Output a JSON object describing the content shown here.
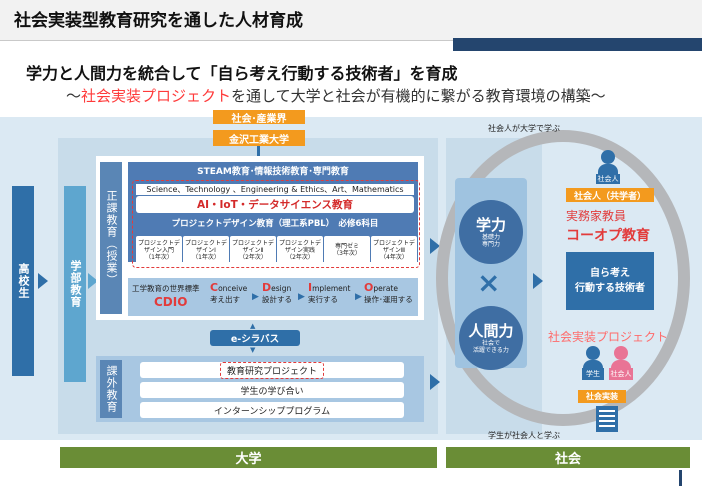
{
  "header": {
    "title": "社会実装型教育研究を通した人材育成",
    "headline": "学力と人間力を統合して「自ら考え行動する技術者」を育成",
    "subline_prefix": "～",
    "subline_highlight": "社会実装プロジェクト",
    "subline_suffix": "を通して大学と社会が有機的に繋がる教育環境の構築～"
  },
  "top_labels": {
    "industry": "社会･産業界",
    "university": "金沢工業大学"
  },
  "left_bars": {
    "high_school": "高校生",
    "undergrad": "学部教育"
  },
  "curriculum": {
    "label": "正課教育（授業）",
    "steam_title": "STEAM教育･情報技術教育･専門教育",
    "sciences": "Science、Technology 、Engineering & Ethics、Art、Mathematics",
    "ai_line": "AI・IoT・データサイエンス教育",
    "pbl_title": "プロジェクトデザイン教育（理工系PBL）　必修6科目",
    "courses": [
      {
        "name": "プロジェクトデザイン入門",
        "year": "（1年次）"
      },
      {
        "name": "プロジェクトデザインⅠ",
        "year": "（1年次）"
      },
      {
        "name": "プロジェクトデザインⅡ",
        "year": "（2年次）"
      },
      {
        "name": "プロジェクトデザイン実践",
        "year": "（2年次）"
      },
      {
        "name": "専門ゼミ",
        "year": "（3年次）"
      },
      {
        "name": "プロジェクトデザインⅢ",
        "year": "（4年次）"
      }
    ]
  },
  "cdio": {
    "standard": "工学教育の世界標準",
    "word": "CDIO",
    "steps": [
      {
        "letter": "C",
        "rest": "onceive",
        "jp": "考え出す"
      },
      {
        "letter": "D",
        "rest": "esign",
        "jp": "設計する"
      },
      {
        "letter": "I",
        "rest": "mplement",
        "jp": "実行する"
      },
      {
        "letter": "O",
        "rest": "perate",
        "jp": "操作･運用する"
      }
    ]
  },
  "syllabus": "e-シラバス",
  "extracurricular": {
    "label": "課外教育",
    "items": [
      "教育研究プロジェクト",
      "学生の学び合い",
      "インターンシッププログラム"
    ]
  },
  "middle": {
    "academic": {
      "title": "学力",
      "sub1": "基礎力",
      "sub2": "専門力"
    },
    "cross": "×",
    "human": {
      "title": "人間力",
      "sub1": "社会で",
      "sub2": "活躍できる力"
    }
  },
  "society": {
    "person": "社会人",
    "partner": "社会人（共学者）",
    "practitioner": "実務家教員",
    "coop": "コーオプ教育",
    "goal_line1": "自ら考え",
    "goal_line2": "行動する技術者",
    "project": "社会実装プロジェクト",
    "student_tag": "学生",
    "worker_tag": "社会人",
    "practice": "社会実装"
  },
  "ring_captions": {
    "top": "社会人が大学で学ぶ",
    "bottom": "学生が社会人と学ぶ"
  },
  "bottom_bands": {
    "university": "大学",
    "society": "社会"
  },
  "colors": {
    "navy": "#24456e",
    "blue": "#2f6fa8",
    "orange": "#f39a1e",
    "red": "#e23b3b",
    "green": "#6a8d36"
  }
}
